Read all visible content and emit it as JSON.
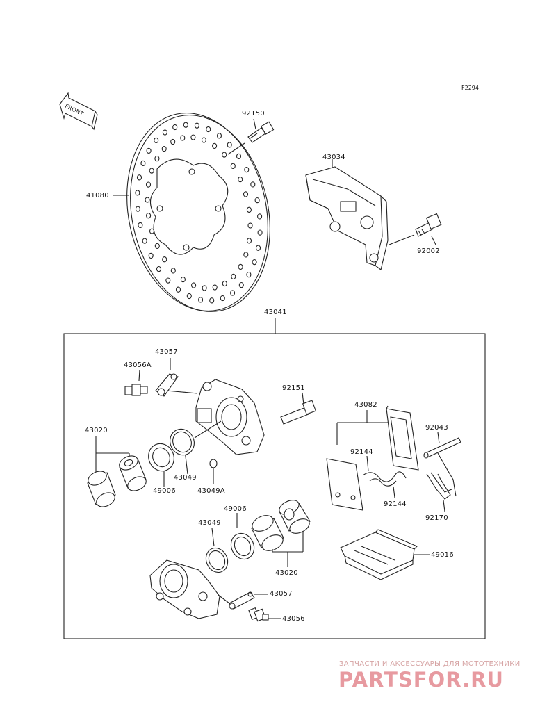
{
  "diagram": {
    "figure_code": "F2294",
    "front_label": "FRONT",
    "labels": {
      "l_92150": "92150",
      "l_41080": "41080",
      "l_43034": "43034",
      "l_92002": "92002",
      "l_43041": "43041",
      "l_43057_top": "43057",
      "l_43056A": "43056A",
      "l_92151": "92151",
      "l_43082": "43082",
      "l_43020_top": "43020",
      "l_92043": "92043",
      "l_92144_top": "92144",
      "l_43049_top": "43049",
      "l_49006_top": "49006",
      "l_43049A": "43049A",
      "l_92144_bot": "92144",
      "l_92170": "92170",
      "l_49006_bot": "49006",
      "l_43049_bot": "43049",
      "l_49016": "49016",
      "l_43020_bot": "43020",
      "l_43057_bot": "43057",
      "l_43056": "43056"
    }
  },
  "watermark": {
    "tagline": "ЗАПЧАСТИ И АКСЕССУАРЫ ДЛЯ МОТОТЕХНИКИ",
    "brand": "PARTSFOR.RU"
  }
}
